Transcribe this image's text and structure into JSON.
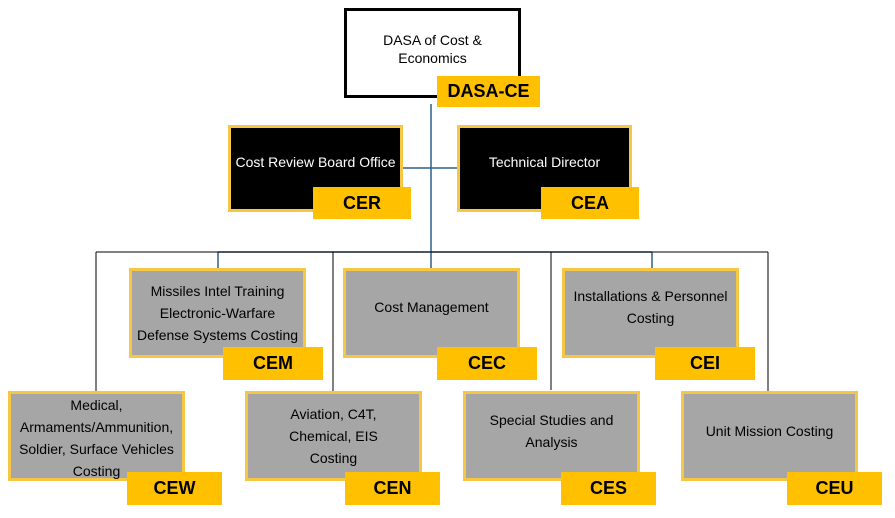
{
  "top": {
    "title": "DASA of Cost &\nEconomics",
    "code": "DASA-CE"
  },
  "staff": [
    {
      "title": "Cost Review Board Office",
      "code": "CER"
    },
    {
      "title": "Technical Director",
      "code": "CEA"
    }
  ],
  "row1": [
    {
      "title": "Missiles Intel Training\nElectronic-Warfare\nDefense Systems Costing",
      "code": "CEM"
    },
    {
      "title": "Cost Management",
      "code": "CEC"
    },
    {
      "title": "Installations & Personnel\nCosting",
      "code": "CEI"
    }
  ],
  "row2": [
    {
      "title": "Medical,\nArmaments/Ammunition,\nSoldier, Surface Vehicles\nCosting",
      "code": "CEW"
    },
    {
      "title": "Aviation, C4T,\nChemical, EIS\nCosting",
      "code": "CEN"
    },
    {
      "title": "Special Studies and\nAnalysis",
      "code": "CES"
    },
    {
      "title": "Unit Mission Costing",
      "code": "CEU"
    }
  ],
  "colors": {
    "box_grey": "#a6a6a6",
    "tag_gold": "#ffc000",
    "border_gold": "#f6c744",
    "connector_blue": "#2e5f8a"
  }
}
